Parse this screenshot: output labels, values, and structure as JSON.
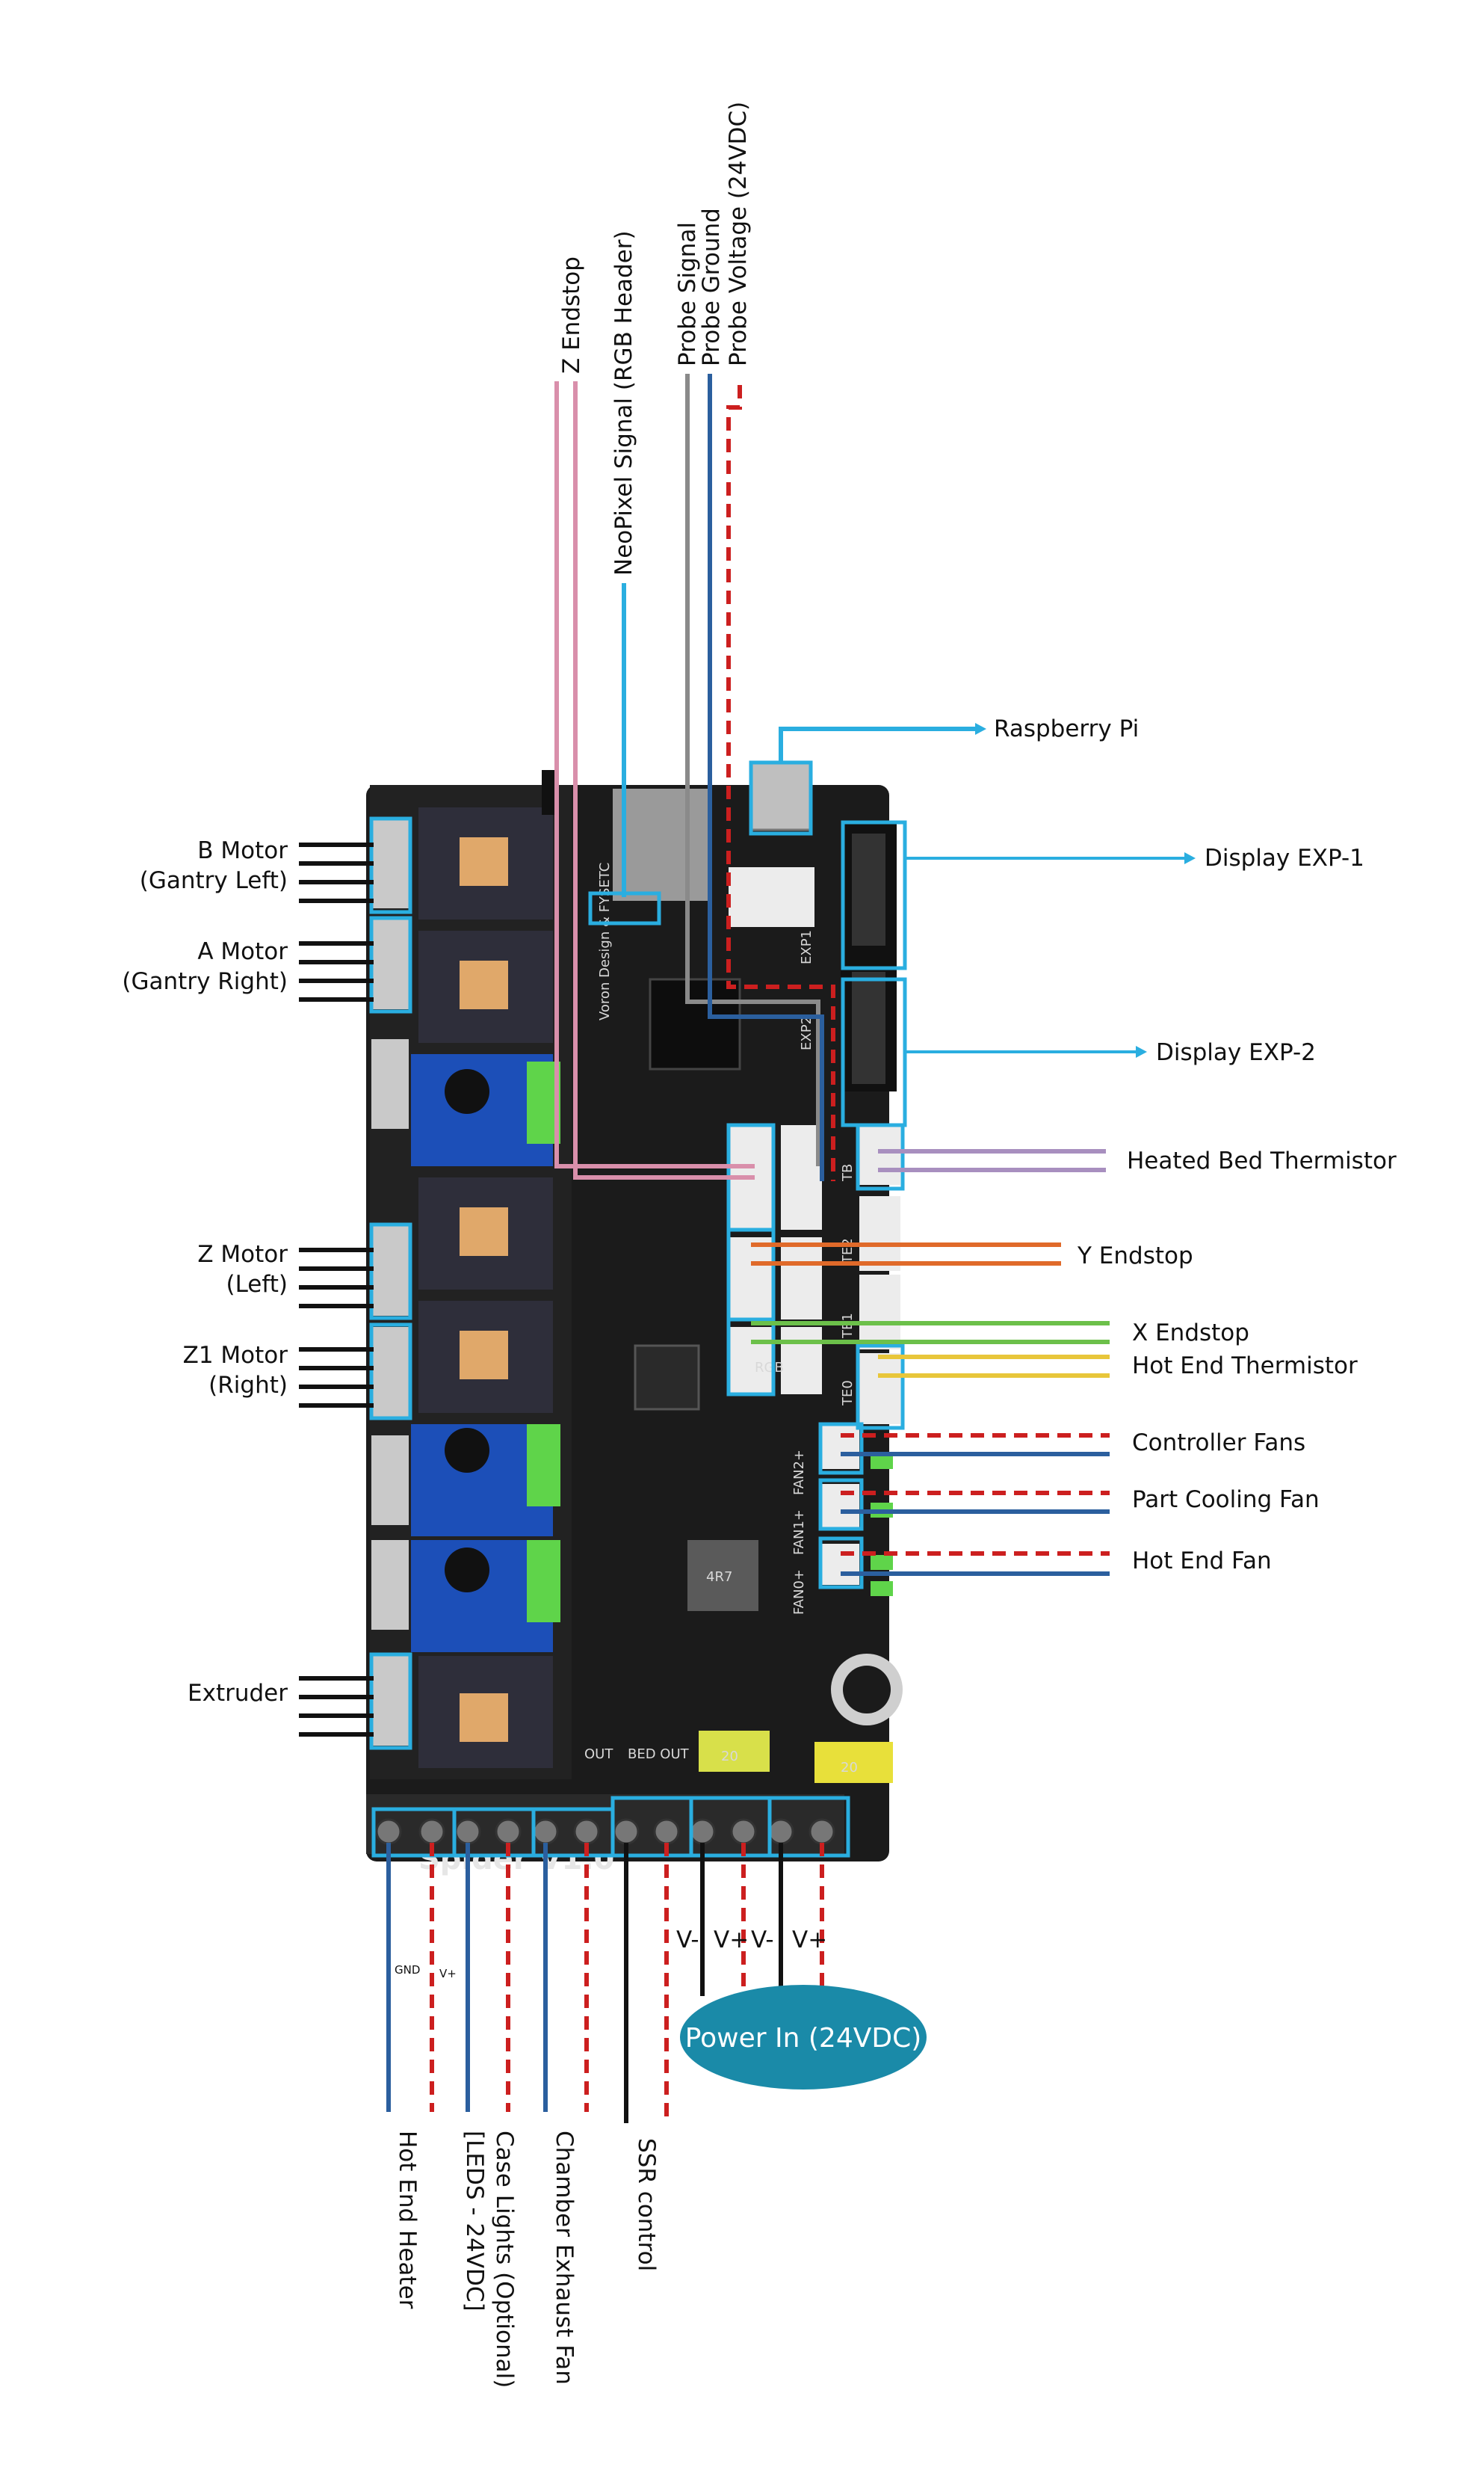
{
  "labels": {
    "z_endstop": "Z Endstop",
    "neopixel": "NeoPixel Signal (RGB Header)",
    "probe_signal": "Probe Signal",
    "probe_ground": "Probe Ground",
    "probe_voltage": "Probe Voltage (24VDC)",
    "raspberry_pi": "Raspberry Pi",
    "display_exp1": "Display EXP-1",
    "display_exp2": "Display EXP-2",
    "heated_bed_thermistor": "Heated Bed Thermistor",
    "y_endstop": "Y Endstop",
    "x_endstop": "X Endstop",
    "hot_end_thermistor": "Hot End Thermistor",
    "controller_fans": "Controller Fans",
    "part_cooling_fan": "Part Cooling Fan",
    "hot_end_fan": "Hot End Fan",
    "b_motor": "B Motor",
    "b_motor_sub": "(Gantry Left)",
    "a_motor": "A Motor",
    "a_motor_sub": "(Gantry Right)",
    "z_motor": "Z Motor",
    "z_motor_sub": "(Left)",
    "z1_motor": "Z1 Motor",
    "z1_motor_sub": "(Right)",
    "extruder": "Extruder",
    "hot_end_heater": "Hot End Heater",
    "case_lights_1": "Case Lights (Optional)",
    "case_lights_2": "[LEDS - 24VDC]",
    "chamber_exhaust_fan": "Chamber Exhaust Fan",
    "ssr_control": "SSR control",
    "power_in": "Power In (24VDC)",
    "gnd": "GND",
    "vplus": "V+",
    "v_minus": "V-",
    "v_plus": "V+"
  },
  "board_silkscreen": {
    "title": "Spider V1.0",
    "brand": "Voron Design & FYSETC",
    "exp1": "EXP1",
    "exp2": "EXP2",
    "tb": "TB",
    "te0": "TE0",
    "te1": "TE1",
    "te2": "TE2",
    "rgb": "RGB",
    "fan0": "FAN0+",
    "fan1": "FAN1+",
    "fan2": "FAN2+",
    "out": "OUT",
    "bed_out": "BED OUT",
    "fuse1": "20",
    "fuse2": "20",
    "inductor": "4R7"
  },
  "colors": {
    "connector_highlight": "#2aaee0",
    "z_endstop_wire": "#d98fab",
    "neopixel_wire": "#2aaee0",
    "probe_signal_wire": "#8a8a8a",
    "probe_ground_wire": "#2b5f9e",
    "probe_voltage_wire": "#cc1f1f",
    "bed_thermistor_wire": "#a88fbf",
    "y_endstop_wire": "#e06a2a",
    "x_endstop_wire": "#6cc04a",
    "hotend_thermistor_wire": "#e8c63a",
    "fan_positive_wire": "#cc1f1f",
    "fan_negative_wire": "#2b5f9e",
    "motor_wire": "#111111",
    "power_ellipse": "#1a8aa8",
    "board": "#1b1b1b"
  }
}
